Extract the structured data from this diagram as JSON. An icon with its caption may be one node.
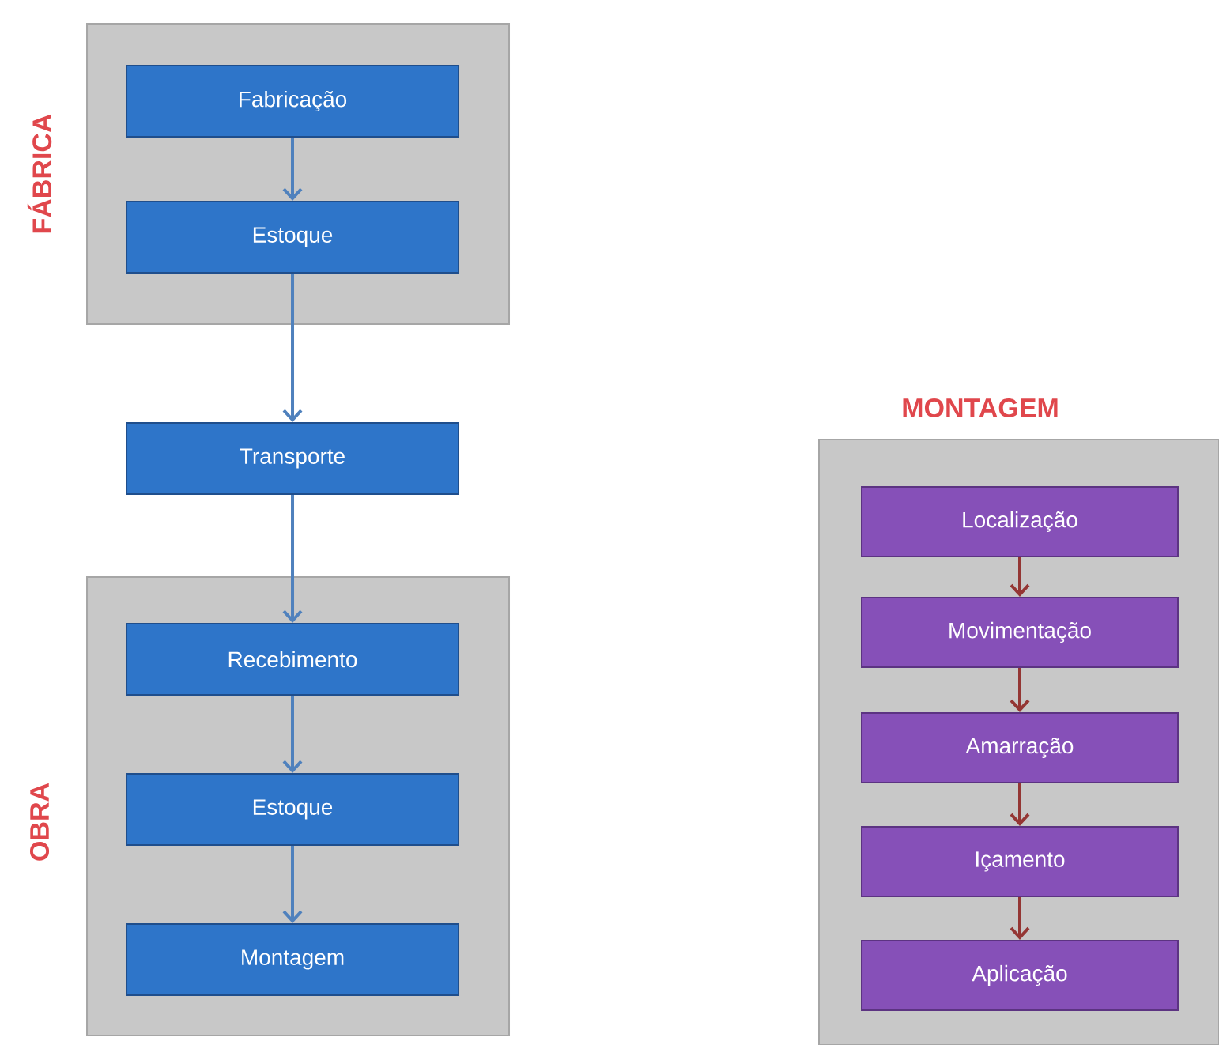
{
  "diagram": {
    "nodes": [
      {
        "text": [
          "FÁBRICA"
        ]
      },
      {
        "text": [
          "Fabricação"
        ],
        "in": 0
      },
      {
        "text": [
          "Estoque"
        ],
        "in": 0
      },
      {
        "text": [
          "Transporte"
        ]
      },
      {
        "text": [
          "OBRA"
        ]
      },
      {
        "text": [
          "Recebimento"
        ],
        "in": 4
      },
      {
        "text": [
          "Estoque"
        ],
        "in": 4
      },
      {
        "text": [
          "Montagem"
        ],
        "in": 4
      },
      {
        "text": [
          "MONTAGEM"
        ]
      },
      {
        "text": [
          "Localização"
        ],
        "in": 8
      },
      {
        "text": [
          "Movimentação"
        ],
        "in": 8
      },
      {
        "text": [
          "Amarração"
        ],
        "in": 8
      },
      {
        "text": [
          "Içamento"
        ],
        "in": 8
      },
      {
        "text": [
          "Aplicação"
        ],
        "in": 8
      }
    ],
    "edges": [
      {
        "from": 1,
        "to": 2,
        "arrow": "to"
      },
      {
        "from": 2,
        "to": 3,
        "arrow": "to"
      },
      {
        "from": 3,
        "to": 5,
        "arrow": "to"
      },
      {
        "from": 5,
        "to": 6,
        "arrow": "to"
      },
      {
        "from": 6,
        "to": 7,
        "arrow": "to"
      },
      {
        "from": 9,
        "to": 10,
        "arrow": "to",
        "color": "#943634"
      },
      {
        "from": 10,
        "to": 11,
        "arrow": "to",
        "color": "#943634"
      },
      {
        "from": 11,
        "to": 12,
        "arrow": "to",
        "color": "#943634"
      },
      {
        "from": 12,
        "to": 13,
        "arrow": "to",
        "color": "#943634"
      }
    ]
  }
}
